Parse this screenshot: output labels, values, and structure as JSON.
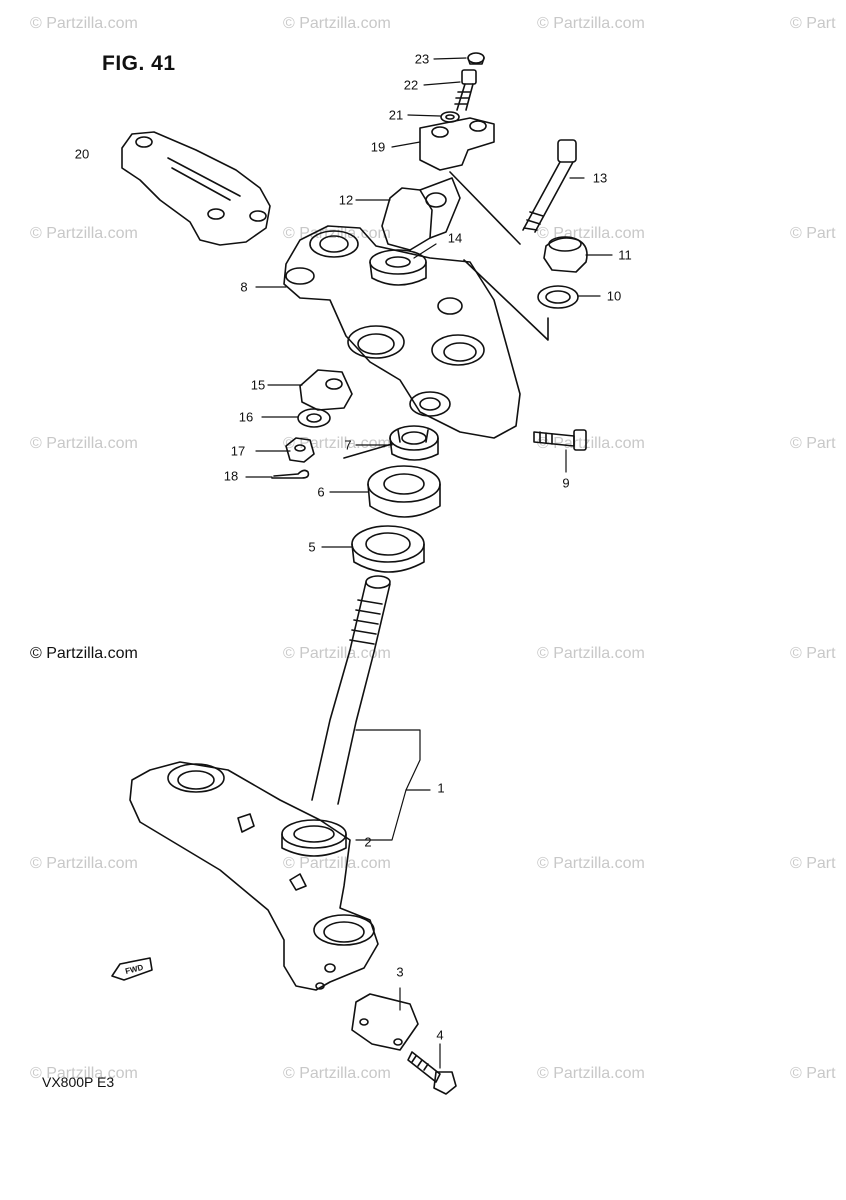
{
  "figure": {
    "title": "FIG. 41",
    "model": "VX800P  E3"
  },
  "copyright": "© Partzilla.com",
  "watermark": "© Partzilla.com",
  "watermark_partial": "© Part",
  "callouts": [
    "1",
    "2",
    "3",
    "4",
    "5",
    "6",
    "7",
    "8",
    "9",
    "10",
    "11",
    "12",
    "13",
    "14",
    "15",
    "16",
    "17",
    "18",
    "19",
    "20",
    "21",
    "22",
    "23"
  ],
  "fwd_label": "FWD"
}
